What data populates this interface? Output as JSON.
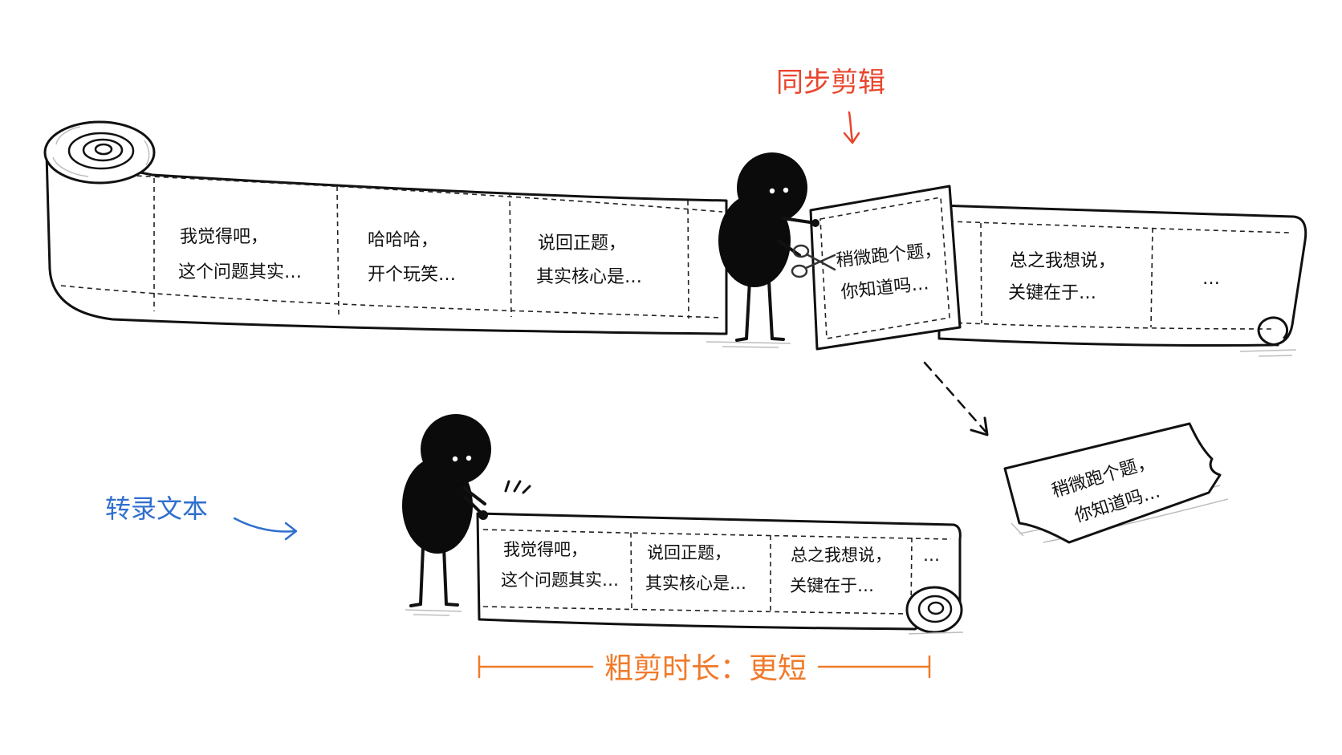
{
  "labels": {
    "sync_edit": "同步剪辑",
    "transcript": "转录文本",
    "rough_cut": "粗剪时长：更短"
  },
  "top_strip": {
    "cells": [
      {
        "line1": "我觉得吧，",
        "line2": "这个问题其实…"
      },
      {
        "line1": "哈哈哈，",
        "line2": "开个玩笑…"
      },
      {
        "line1": "说回正题，",
        "line2": "其实核心是…"
      },
      {
        "line1": "总之我想说，",
        "line2": "关键在于…"
      },
      {
        "line1": "…"
      }
    ]
  },
  "cut_piece": {
    "line1": "稍微跑个题，",
    "line2": "你知道吗…"
  },
  "removed_piece": {
    "line1": "稍微跑个题，",
    "line2": "你知道吗…"
  },
  "bottom_strip": {
    "cells": [
      {
        "line1": "我觉得吧，",
        "line2": "这个问题其实…"
      },
      {
        "line1": "说回正题，",
        "line2": "其实核心是…"
      },
      {
        "line1": "总之我想说，",
        "line2": "关键在于…"
      },
      {
        "line1": "…"
      }
    ]
  },
  "colors": {
    "sync_edit": "#e8452c",
    "transcript": "#2f6fce",
    "rough_cut": "#f07a2a"
  }
}
